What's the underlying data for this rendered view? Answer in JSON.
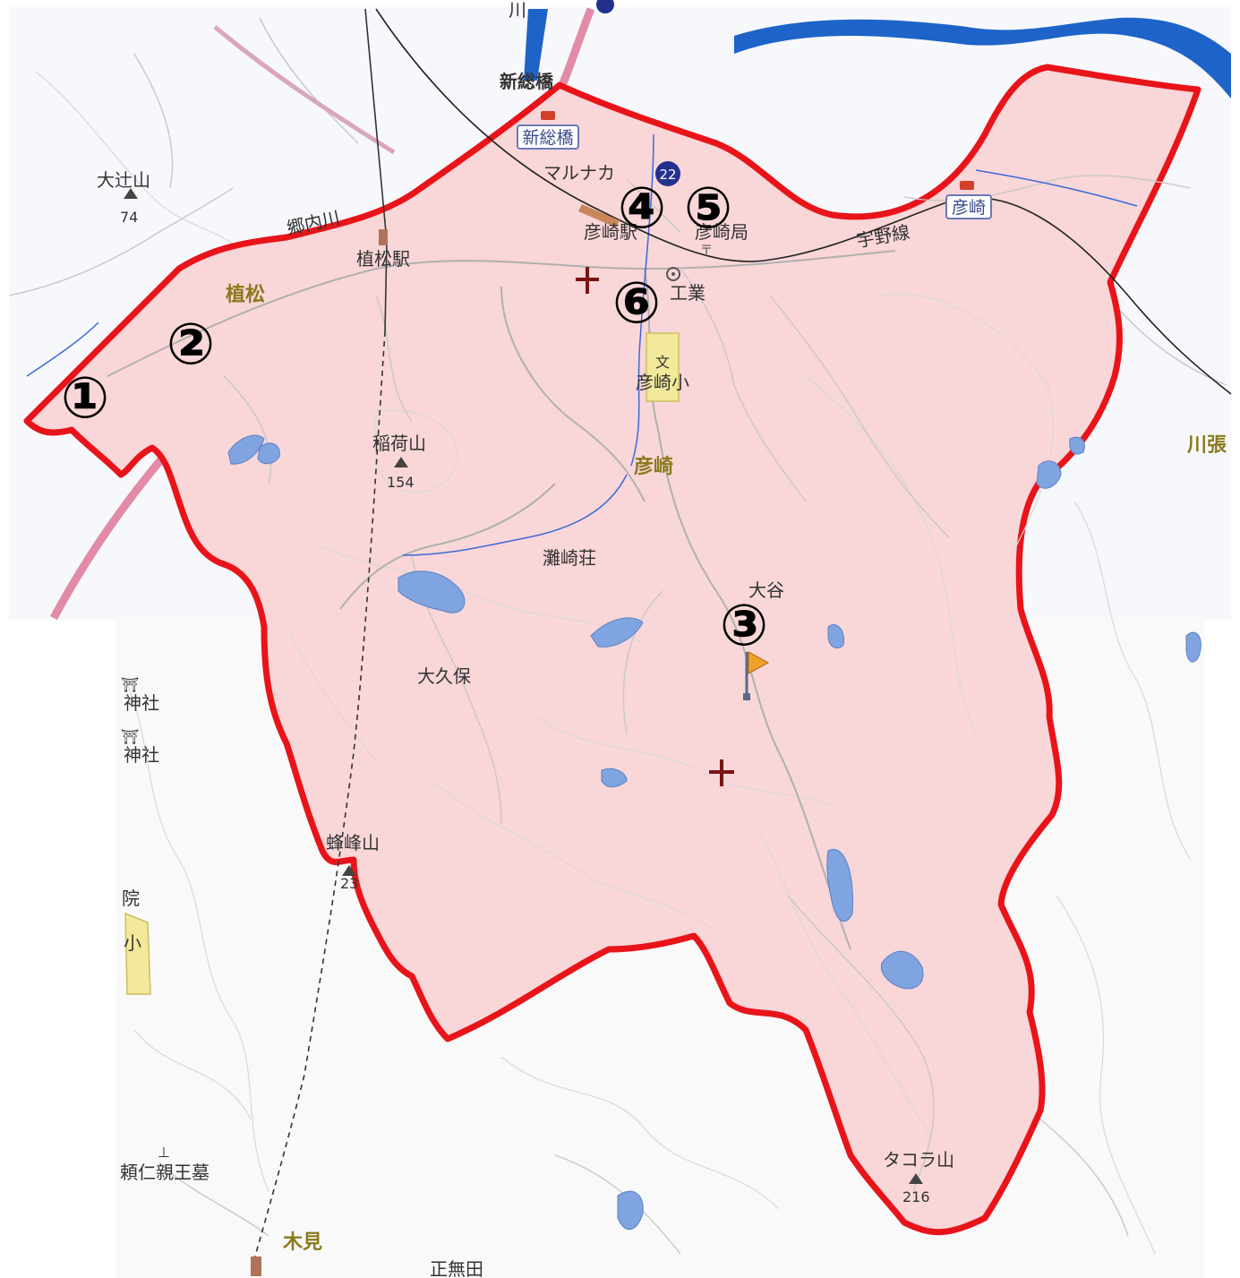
{
  "map": {
    "boundary_color": "#e8141a",
    "area_fill": "#f9d6d8",
    "water_color": "#7fa4df",
    "river_color": "#1e64c8",
    "highway_color": "#e28aa8",
    "rail_color": "#222222"
  },
  "markers": [
    {
      "number": "①"
    },
    {
      "number": "②"
    },
    {
      "number": "③"
    },
    {
      "number": "④"
    },
    {
      "number": "⑤"
    },
    {
      "number": "⑥"
    }
  ],
  "labels": {
    "ootsujiyama": "大辻山",
    "ootsujiyama_elev": "74",
    "inariyama": "稲荷山",
    "inariyama_elev": "154",
    "hachimineyama": "蜂峰山",
    "hachimineyama_elev": "23",
    "takorayama": "タコラ山",
    "takorayama_elev": "216",
    "shinsobashi": "新総橋",
    "shinsobashi_station": "新総橋",
    "marunaka": "マルナカ",
    "route": "22",
    "gonai_river": "郷内川",
    "uematsu_station": "植松駅",
    "uematsu": "植松",
    "hibi_station": "彦崎駅",
    "hibi_area": "彦崎",
    "hibi_sta_box": "彦崎",
    "uno_line": "宇野線",
    "post_office": "彦崎局",
    "industry": "工業",
    "school": "彦崎小",
    "nadasaki": "灘崎荘",
    "ootani": "大谷",
    "ookubo": "大久保",
    "kawabari": "川張",
    "shrine1": "神社",
    "shrine2": "神社",
    "hospital": "院",
    "school_edge": "小",
    "yorihito": "頼仁親王墓",
    "kimi": "木見",
    "shomuta": "正無田",
    "river_top": "川"
  }
}
